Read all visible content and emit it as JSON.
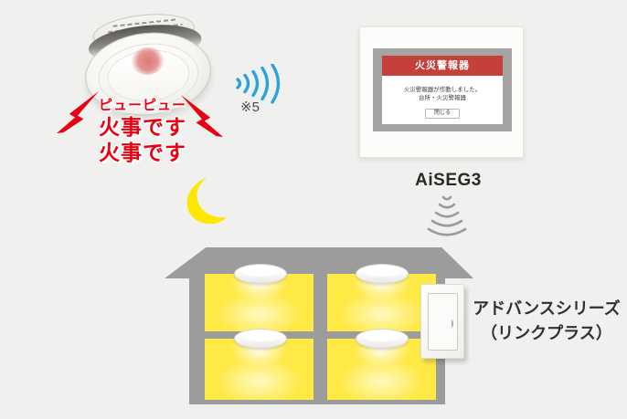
{
  "colors": {
    "background": "#f0f0ee",
    "alert_red": "#e60012",
    "signal_blue": "#2aa3dc",
    "signal_gray": "#9a9a9a",
    "house_gray": "#9c9c9c",
    "room_yellow": "#ffe945",
    "moon_yellow": "#ffe600",
    "screen_header_red": "#c5403a"
  },
  "icons": {
    "detector": "smoke-detector",
    "bolt": "lightning-bolt",
    "wireless_right": "wifi-arcs-right",
    "wireless_down": "wifi-arcs-down",
    "moon": "crescent-moon",
    "ceiling_light": "ceiling-light",
    "wall_switch": "wall-switch"
  },
  "alarm_text": {
    "sound": "ピューピュー",
    "line1": "火事です",
    "line2": "火事です"
  },
  "wireless": {
    "note": "※5"
  },
  "aiseg": {
    "label": "AiSEG3",
    "screen": {
      "title": "火災警報器",
      "message1": "火災警報器が作動しました。",
      "message2": "台所・火災警報器",
      "close_label": "閉じる"
    }
  },
  "advance_switch": {
    "label_line1": "アドバンスシリーズ",
    "label_line2": "（リンクプラス）"
  }
}
